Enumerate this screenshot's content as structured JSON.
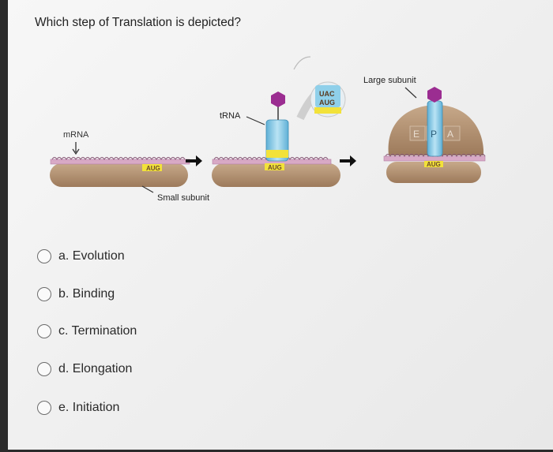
{
  "question": "Which step of Translation is depicted?",
  "figure": {
    "mrna_label": "mRNA",
    "small_subunit_label": "Small subunit",
    "trna_label": "tRNA",
    "large_subunit_label": "Large subunit",
    "codon": "AUG",
    "anticodon": "UAC",
    "site_e": "E",
    "site_p": "P",
    "site_a": "A"
  },
  "options": [
    {
      "label": "a. Evolution"
    },
    {
      "label": "b. Binding"
    },
    {
      "label": "c. Termination"
    },
    {
      "label": "d. Elongation"
    },
    {
      "label": "e. Initiation"
    }
  ]
}
